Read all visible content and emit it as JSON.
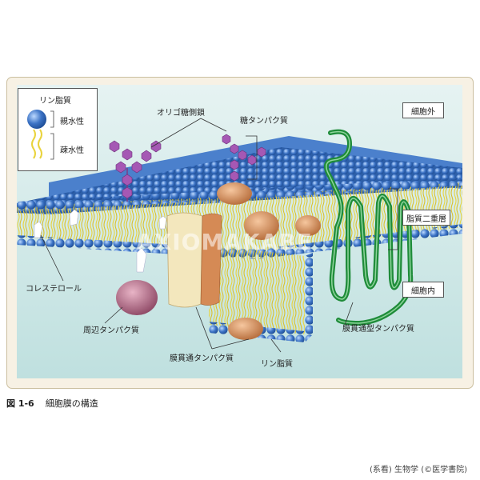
{
  "legend": {
    "title": "リン脂質",
    "hydrophilic": "親水性",
    "hydrophobic": "疎水性"
  },
  "labels": {
    "oligosaccharide": "オリゴ糖側鎖",
    "glycoprotein": "糖タンパク質",
    "cholesterol": "コレステロール",
    "peripheral_protein": "周辺タンパク質",
    "transmembrane_protein": "膜貫通タンパク質",
    "phospholipid": "リン脂質",
    "multipass_protein": "膜貫通型タンパク質"
  },
  "regions": {
    "outside": "細胞外",
    "bilayer": "脂質二重層",
    "inside": "細胞内"
  },
  "watermark": "AXIOMAKABE",
  "caption": {
    "number": "図 1-6",
    "title": "細胞膜の構造"
  },
  "credit": "(系看) 生物学 (©医学書院)",
  "colors": {
    "head": "#3d74c6",
    "tail": "#e9d33c",
    "sugar": "#a558b4",
    "protein": "#d58a55",
    "peripheral": "#b06b83",
    "channel": "#f3e7bd",
    "helix": "#1f8c3a",
    "cholesterol": "#ffffff"
  }
}
